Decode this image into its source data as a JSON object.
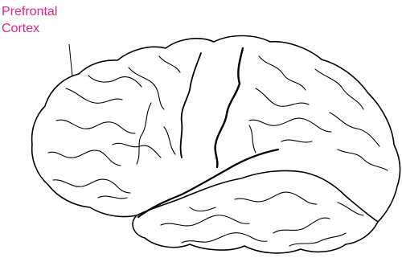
{
  "annotation": {
    "line1": "Prefrontal",
    "line2": "Cortex",
    "color": "#e0248c"
  },
  "illustration": {
    "subject": "brain-outline",
    "stroke_color": "#000000"
  }
}
